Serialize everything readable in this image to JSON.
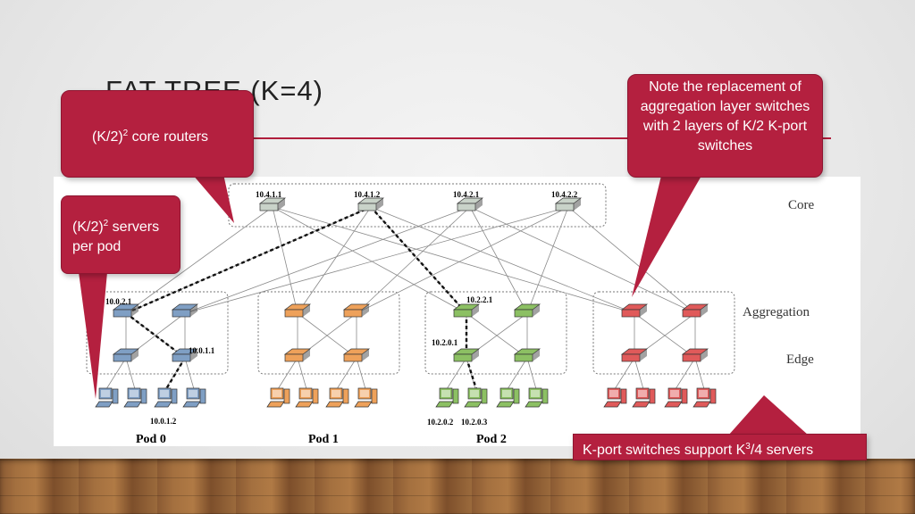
{
  "slide": {
    "title": "FAT TREE (K=4)",
    "colors": {
      "accent": "#b4203f",
      "rule": "#b01e3c"
    }
  },
  "diagram": {
    "layers": {
      "core": "Core",
      "aggregation": "Aggregation",
      "edge": "Edge"
    },
    "core_switches": [
      {
        "ip": "10.4.1.1"
      },
      {
        "ip": "10.4.1.2"
      },
      {
        "ip": "10.4.2.1"
      },
      {
        "ip": "10.4.2.2"
      }
    ],
    "pods": [
      {
        "label": "Pod 0",
        "color": "#7f9fc4",
        "agg_ip": "10.0.2.1",
        "edge_ip": "10.0.1.1",
        "host_ips": [
          "10.0.1.2"
        ]
      },
      {
        "label": "Pod 1",
        "color": "#eea15a",
        "agg_ip": "",
        "edge_ip": "",
        "host_ips": []
      },
      {
        "label": "Pod 2",
        "color": "#8cc063",
        "agg_ip": "10.2.2.1",
        "edge_ip": "10.2.0.1",
        "host_ips": [
          "10.2.0.2",
          "10.2.0.3"
        ]
      },
      {
        "label": "",
        "color": "#e05a5a",
        "agg_ip": "",
        "edge_ip": "",
        "host_ips": []
      }
    ]
  },
  "callouts": {
    "core_routers": {
      "base": "(K/2)",
      "sup": "2",
      "rest": " core routers"
    },
    "servers_per_pod": {
      "base": "(K/2)",
      "sup": "2",
      "rest_line1": " servers",
      "line2": "per pod"
    },
    "replacement_note": "Note the replacement of aggregation layer switches with 2 layers of K/2 K-port switches",
    "k_port_support": {
      "prefix": "K-port switches support K",
      "sup": "3",
      "suffix": "/4 servers"
    }
  }
}
